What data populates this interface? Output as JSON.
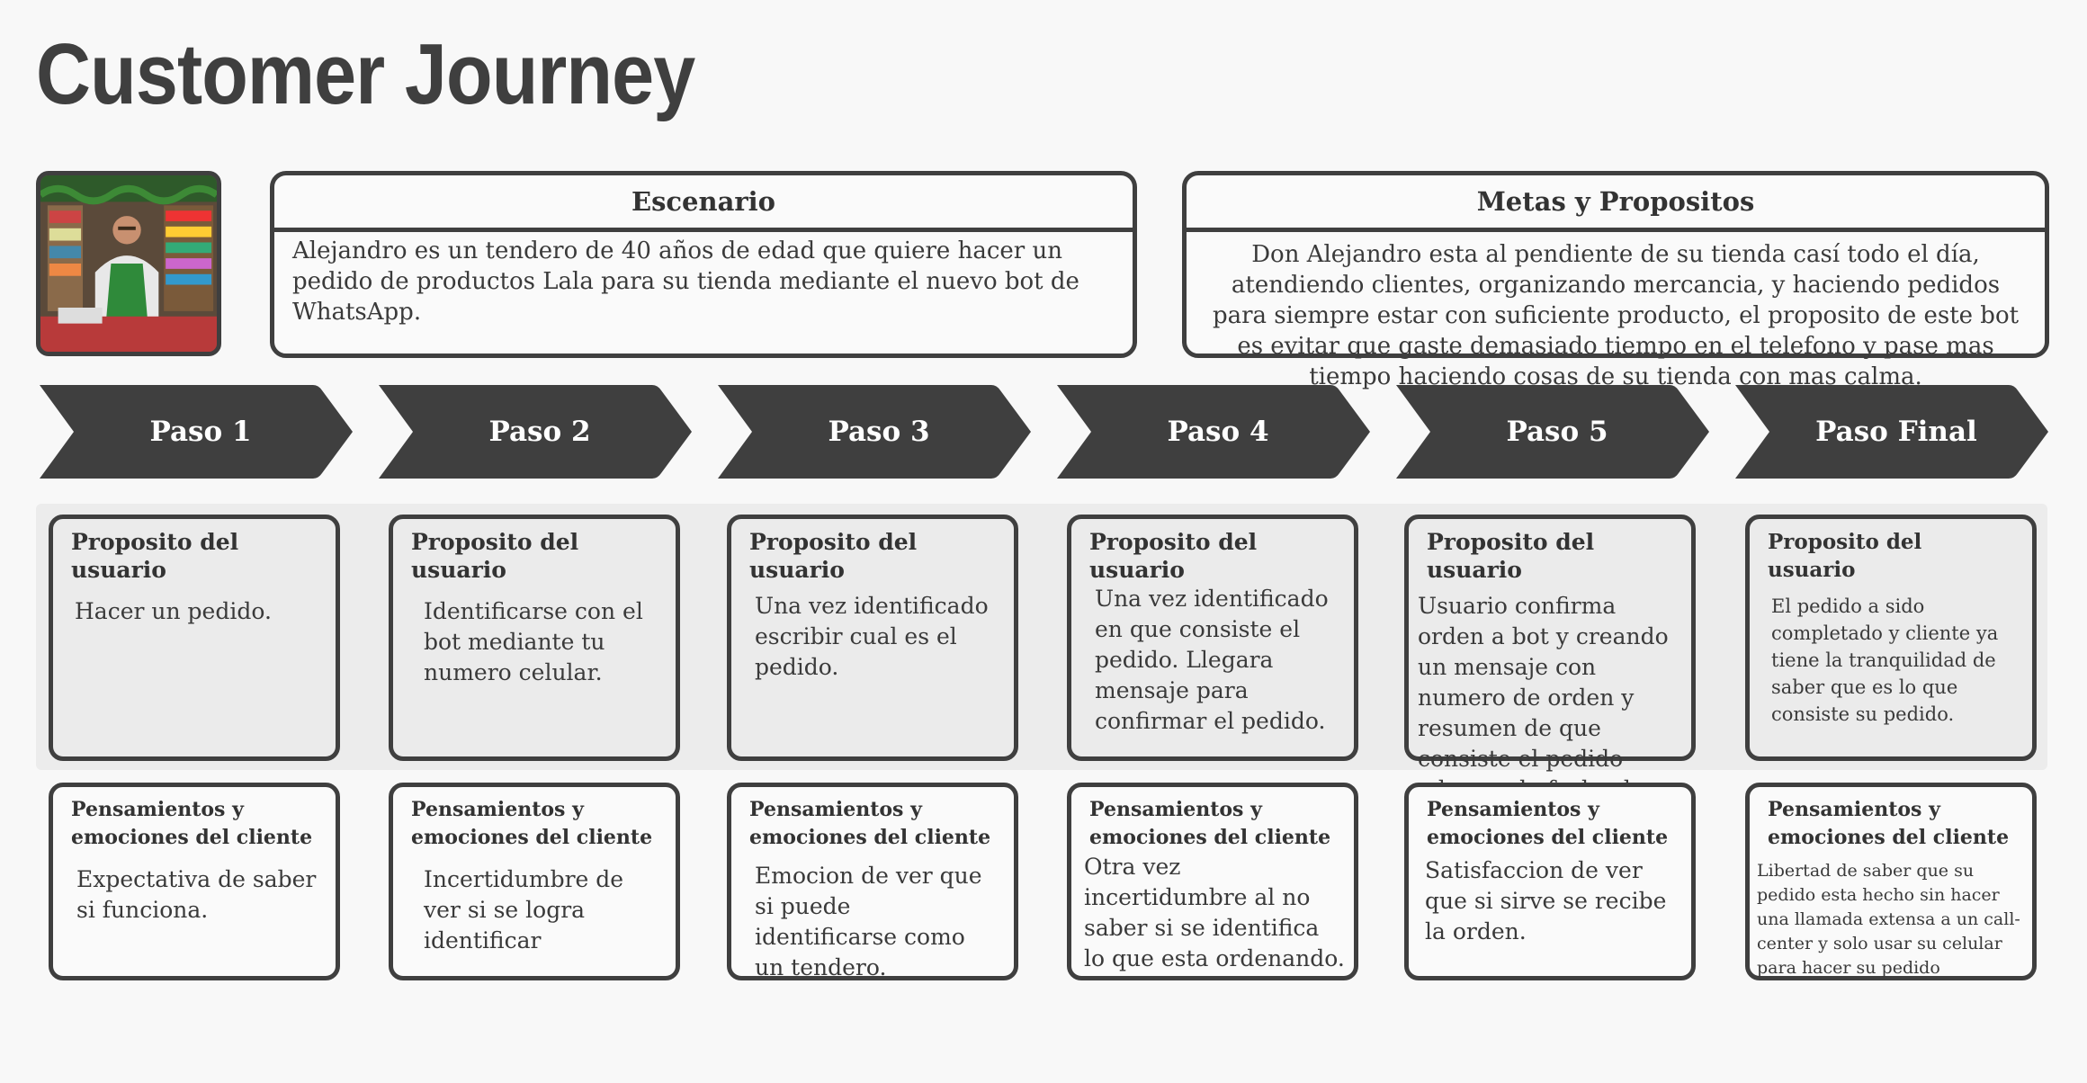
{
  "title": "Customer Journey",
  "scenario": {
    "heading": "Escenario",
    "text": "Alejandro es un tendero de 40 años de edad que quiere hacer un pedido de productos Lala para su tienda mediante el nuevo bot de WhatsApp."
  },
  "goals": {
    "heading": "Metas y Propositos",
    "text": "Don Alejandro esta al pendiente de su tienda casí todo el día, atendiendo clientes, organizando mercancia, y haciendo pedidos para siempre estar con suficiente producto, el proposito de este bot es evitar que gaste demasiado tiempo en el telefono y pase mas tiempo haciendo cosas de su tienda con mas calma."
  },
  "steps": [
    {
      "label": "Paso 1",
      "purpose_heading": "Proposito del usuario",
      "purpose": "Hacer un pedido.",
      "thoughts_heading": "Pensamientos y emociones del cliente",
      "thoughts": "Expectativa de saber si funciona."
    },
    {
      "label": "Paso 2",
      "purpose_heading": "Proposito del usuario",
      "purpose": "Identificarse con el bot mediante tu numero celular.",
      "thoughts_heading": "Pensamientos y emociones del cliente",
      "thoughts": "Incertidumbre de ver si se logra identificar"
    },
    {
      "label": "Paso 3",
      "purpose_heading": "Proposito del usuario",
      "purpose": "Una vez identificado escribir cual es el pedido.",
      "thoughts_heading": "Pensamientos y emociones del cliente",
      "thoughts": "Emocion de ver que si puede identificarse como un tendero."
    },
    {
      "label": "Paso 4",
      "purpose_heading": "Proposito del usuario",
      "purpose": "Una vez identificado en que consiste el pedido. Llegara mensaje para confirmar el pedido.",
      "thoughts_heading": "Pensamientos y emociones del cliente",
      "thoughts": "Otra vez incertidumbre al no saber si se identifica lo que esta ordenando."
    },
    {
      "label": "Paso 5",
      "purpose_heading": "Proposito del usuario",
      "purpose": "Usuario confirma orden a bot y creando un mensaje con numero de orden y resumen de que consiste el pedido ademas de fecha de entrega.",
      "thoughts_heading": "Pensamientos y emociones del cliente",
      "thoughts": "Satisfaccion de ver que si sirve se recibe la orden."
    },
    {
      "label": "Paso Final",
      "purpose_heading": "Proposito del usuario",
      "purpose": "El pedido a sido completado y cliente ya tiene la tranquilidad de saber que es lo que consiste su pedido.",
      "thoughts_heading": "Pensamientos y emociones del cliente",
      "thoughts": "Libertad de saber que su pedido esta hecho sin hacer una llamada extensa a un call-center y solo usar su celular para hacer su pedido"
    }
  ],
  "colors": {
    "chevron": "#3f3f3f",
    "border": "#3f3f3f",
    "band": "#ececec"
  }
}
